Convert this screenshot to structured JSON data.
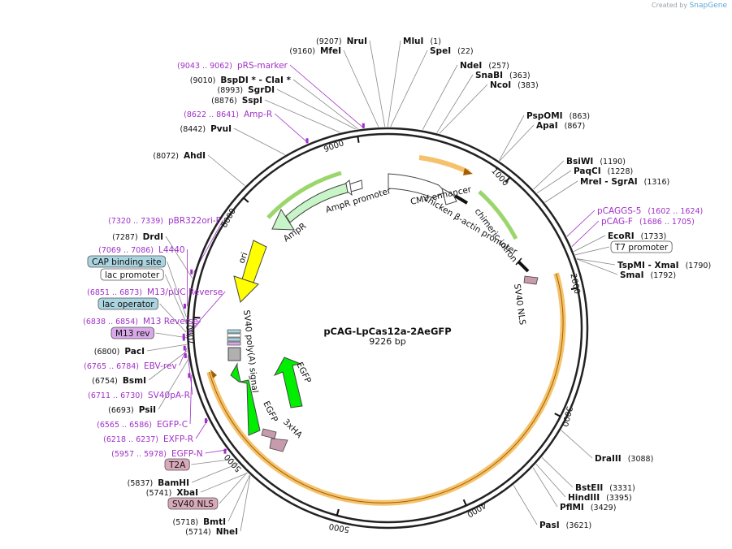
{
  "brand": {
    "prefix": "Created by",
    "name": "SnapGene"
  },
  "plasmid": {
    "name": "pCAG-LpCas12a-2AeGFP",
    "length_label": "9226 bp",
    "length": 9226
  },
  "ticks": [
    {
      "label": "1000",
      "bp": 1000
    },
    {
      "label": "2000",
      "bp": 2000
    },
    {
      "label": "3000",
      "bp": 3000
    },
    {
      "label": "4000",
      "bp": 4000
    },
    {
      "label": "5000",
      "bp": 5000
    },
    {
      "label": "5000",
      "bp": 5000
    },
    {
      "label": "7000",
      "bp": 7000
    },
    {
      "label": "8000",
      "bp": 8000
    },
    {
      "label": "9000",
      "bp": 9000
    }
  ],
  "sites_right": [
    {
      "name": "MluI",
      "pos": "(1)",
      "bp": 1
    },
    {
      "name": "SpeI",
      "pos": "(22)",
      "bp": 22
    },
    {
      "name": "NdeI",
      "pos": "(257)",
      "bp": 257
    },
    {
      "name": "SnaBI",
      "pos": "(363)",
      "bp": 363
    },
    {
      "name": "NcoI",
      "pos": "(383)",
      "bp": 383
    },
    {
      "name": "PspOMI",
      "pos": "(863)",
      "bp": 863
    },
    {
      "name": "ApaI",
      "pos": "(867)",
      "bp": 867
    },
    {
      "name": "BsiWI",
      "pos": "(1190)",
      "bp": 1190
    },
    {
      "name": "PaqCI",
      "pos": "(1228)",
      "bp": 1228
    },
    {
      "name": "MreI - SgrAI",
      "pos": "(1316)",
      "bp": 1316
    },
    {
      "name": "EcoRI",
      "pos": "(1733)",
      "bp": 1733
    },
    {
      "name": "TspMI - XmaI",
      "pos": "(1790)",
      "bp": 1790
    },
    {
      "name": "SmaI",
      "pos": "(1792)",
      "bp": 1792
    },
    {
      "name": "DraIII",
      "pos": "(3088)",
      "bp": 3088
    },
    {
      "name": "BstEII",
      "pos": "(3331)",
      "bp": 3331
    },
    {
      "name": "HindIII",
      "pos": "(3395)",
      "bp": 3395
    },
    {
      "name": "PflMI",
      "pos": "(3429)",
      "bp": 3429
    },
    {
      "name": "PasI",
      "pos": "(3621)",
      "bp": 3621
    }
  ],
  "sites_left": [
    {
      "name": "NruI",
      "pos": "(9207)",
      "bp": 9207
    },
    {
      "name": "MfeI",
      "pos": "(9160)",
      "bp": 9160
    },
    {
      "name": "BspDI * - ClaI *",
      "pos": "(9010)",
      "bp": 9010
    },
    {
      "name": "SgrDI",
      "pos": "(8993)",
      "bp": 8993
    },
    {
      "name": "SspI",
      "pos": "(8876)",
      "bp": 8876
    },
    {
      "name": "PvuI",
      "pos": "(8442)",
      "bp": 8442
    },
    {
      "name": "AhdI",
      "pos": "(8072)",
      "bp": 8072
    },
    {
      "name": "DrdI",
      "pos": "(7287)",
      "bp": 7287
    },
    {
      "name": "PacI",
      "pos": "(6800)",
      "bp": 6800
    },
    {
      "name": "BsmI",
      "pos": "(6754)",
      "bp": 6754
    },
    {
      "name": "PsiI",
      "pos": "(6693)",
      "bp": 6693
    },
    {
      "name": "BamHI",
      "pos": "(5837)",
      "bp": 5837
    },
    {
      "name": "XbaI",
      "pos": "(5741)",
      "bp": 5741
    },
    {
      "name": "BmtI",
      "pos": "(5718)",
      "bp": 5718
    },
    {
      "name": "NheI",
      "pos": "(5714)",
      "bp": 5714
    }
  ],
  "primers": [
    {
      "name": "pRS-marker",
      "pos": "(9043 .. 9062)",
      "bp": 9052
    },
    {
      "name": "Amp-R",
      "pos": "(8622 .. 8641)",
      "bp": 8631
    },
    {
      "name": "pCAGGS-5",
      "pos": "(1602 .. 1624)",
      "bp": 1613
    },
    {
      "name": "pCAG-F",
      "pos": "(1686 .. 1705)",
      "bp": 1695
    },
    {
      "name": "pBR322ori-F",
      "pos": "(7320 .. 7339)",
      "bp": 7330
    },
    {
      "name": "L4440",
      "pos": "(7069 .. 7086)",
      "bp": 7078
    },
    {
      "name": "M13/pUC Reverse",
      "pos": "(6851 .. 6873)",
      "bp": 6862
    },
    {
      "name": "M13 Reverse",
      "pos": "(6838 .. 6854)",
      "bp": 6846
    },
    {
      "name": "EBV-rev",
      "pos": "(6765 .. 6784)",
      "bp": 6775
    },
    {
      "name": "SV40pA-R",
      "pos": "(6711 .. 6730)",
      "bp": 6720
    },
    {
      "name": "EGFP-C",
      "pos": "(6565 .. 6586)",
      "bp": 6575
    },
    {
      "name": "EXFP-R",
      "pos": "(6218 .. 6237)",
      "bp": 6227
    },
    {
      "name": "EGFP-N",
      "pos": "(5957 .. 5978)",
      "bp": 5967
    }
  ],
  "boxed": [
    {
      "name": "T7 promoter",
      "bp": 1760,
      "color": "#ffffff"
    },
    {
      "name": "CAP binding site",
      "bp": 7000,
      "color": "#a9d4e0"
    },
    {
      "name": "lac promoter",
      "bp": 6960,
      "color": "#ffffff"
    },
    {
      "name": "lac operator",
      "bp": 6890,
      "color": "#a9d4e0"
    },
    {
      "name": "M13 rev",
      "bp": 6850,
      "color": "#d9a8e8"
    },
    {
      "name": "T2A",
      "bp": 5880,
      "color": "#d8a9b8"
    },
    {
      "name": "SV40 NLS",
      "bp": 5745,
      "color": "#d8a9b8"
    }
  ],
  "features": [
    {
      "name": "CMV enhancer",
      "color": "#ffffff",
      "type": "arrow"
    },
    {
      "name": "chicken β-actin promoter",
      "color": "#ffffff",
      "type": "arrow"
    },
    {
      "name": "chimeric intron",
      "color": "#ffffff",
      "type": "bar"
    },
    {
      "name": "SV40 NLS",
      "color": "#d8a9b8",
      "type": "box"
    },
    {
      "name": "AmpR promoter",
      "color": "#ffffff",
      "type": "arrow"
    },
    {
      "name": "AmpR",
      "color": "#c8f5c8",
      "type": "arrow"
    },
    {
      "name": "ori",
      "color": "#ffff00",
      "type": "arrow"
    },
    {
      "name": "SV40 poly(A) signal",
      "color": "#b0b0b0",
      "type": "box"
    },
    {
      "name": "EGFP",
      "color": "#00ee00",
      "type": "arrow"
    },
    {
      "name": "EGFP",
      "color": "#00ee00",
      "type": "arrow"
    },
    {
      "name": "3xHA",
      "color": "#d8a9b8",
      "type": "arrow"
    }
  ],
  "colors": {
    "cas_orf": "#f5b041",
    "backbone": "#222222",
    "primer": "#a030c8",
    "green_arc": "#7cc142"
  }
}
